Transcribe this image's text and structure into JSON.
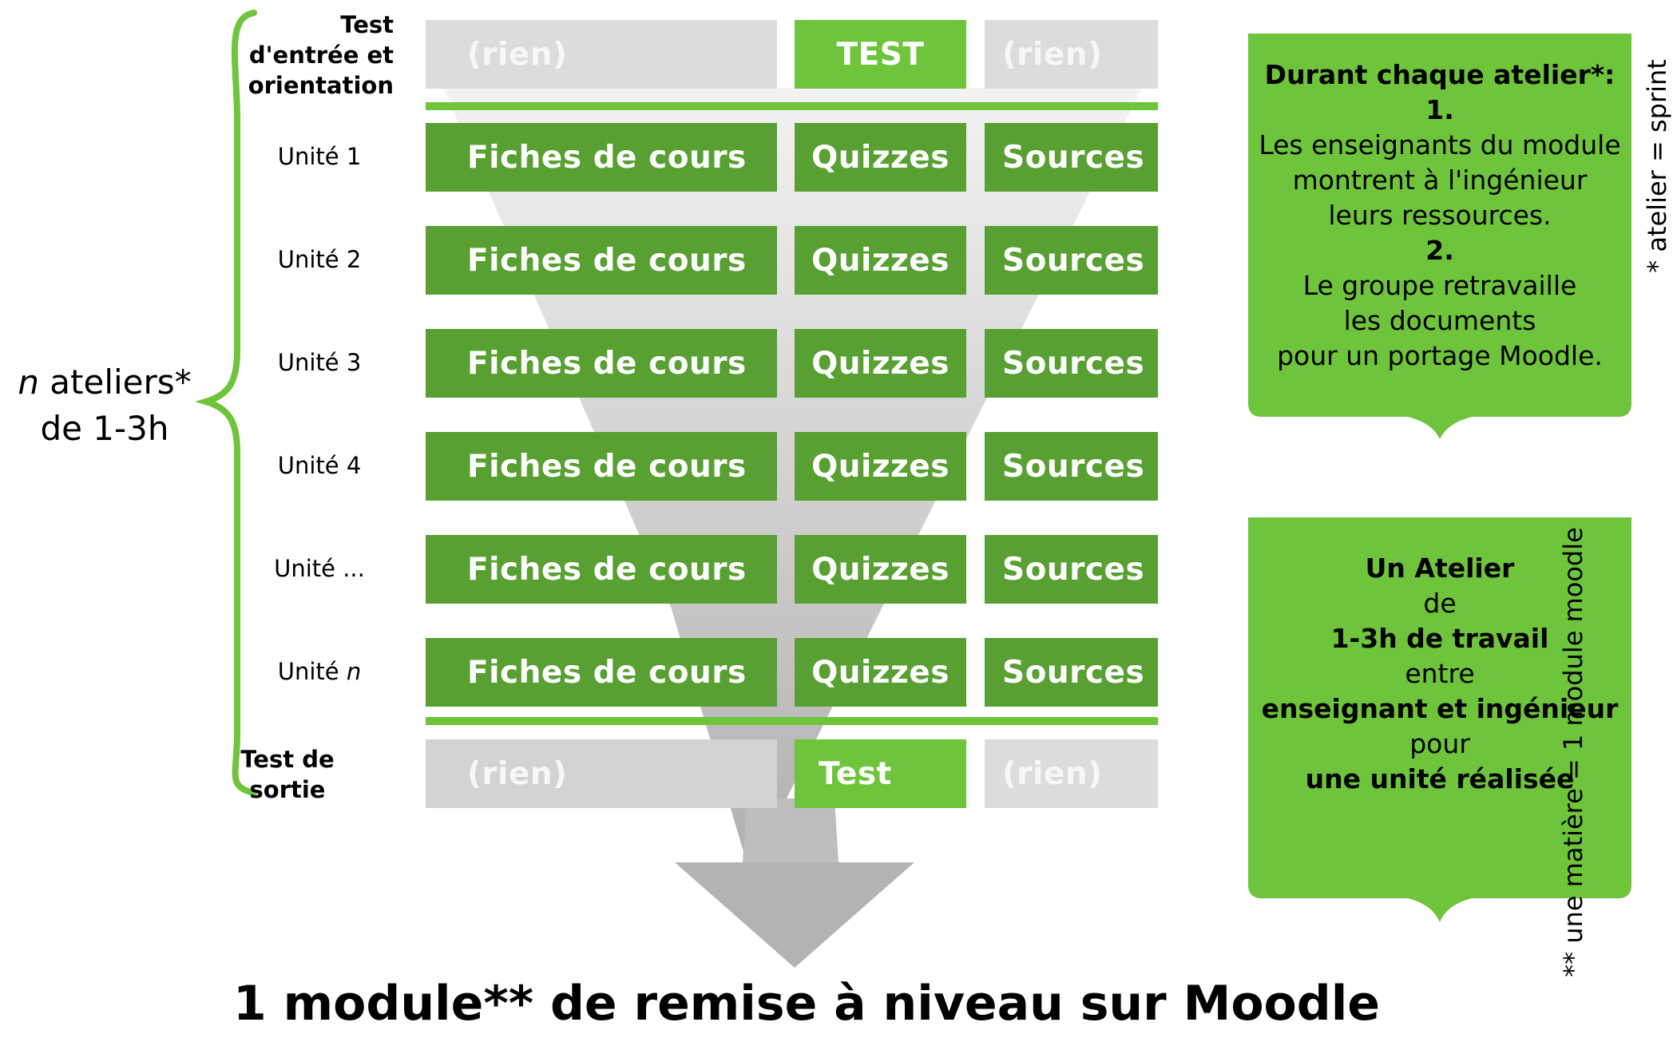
{
  "side": {
    "ateliers_italic": "n",
    "ateliers_rest": " ateliers*",
    "ateliers_line2": "de 1-3h"
  },
  "entry": {
    "label_lines": [
      "Test",
      "d'entrée et",
      "orientation"
    ],
    "left": "(rien)",
    "center": "TEST",
    "right": "(rien)"
  },
  "units": [
    {
      "label": "Unité 1",
      "label_italic": "",
      "course": "Fiches de cours",
      "quiz": "Quizzes",
      "sources": "Sources"
    },
    {
      "label": "Unité 2",
      "label_italic": "",
      "course": "Fiches de cours",
      "quiz": "Quizzes",
      "sources": "Sources"
    },
    {
      "label": "Unité 3",
      "label_italic": "",
      "course": "Fiches de cours",
      "quiz": "Quizzes",
      "sources": "Sources"
    },
    {
      "label": "Unité 4",
      "label_italic": "",
      "course": "Fiches de cours",
      "quiz": "Quizzes",
      "sources": "Sources"
    },
    {
      "label": "Unité ...",
      "label_italic": "",
      "course": "Fiches de cours",
      "quiz": "Quizzes",
      "sources": "Sources"
    },
    {
      "label": "Unité ",
      "label_italic": "n",
      "course": "Fiches de cours",
      "quiz": "Quizzes",
      "sources": "Sources"
    }
  ],
  "exit": {
    "label_lines": [
      "Test de",
      "sortie"
    ],
    "left": "(rien)",
    "center": "Test",
    "right": "(rien)"
  },
  "callout_top": {
    "title": "Durant chaque atelier*:",
    "step1_num": "1.",
    "step1_lines": [
      "Les enseignants du module",
      "montrent à l'ingénieur",
      "leurs ressources."
    ],
    "step2_num": "2.",
    "step2_lines": [
      "Le groupe retravaille",
      "les documents",
      "pour un portage Moodle."
    ]
  },
  "callout_bottom": {
    "line1": "Un Atelier",
    "line2": "de",
    "line3": "1-3h de travail",
    "line4": "entre",
    "line5": "enseignant et ingénieur",
    "line6": "pour",
    "line7": "une unité réalisée"
  },
  "notes": {
    "sprint": "* atelier = sprint",
    "module": "** une matière = 1 module moodle"
  },
  "footer": "1 module** de remise à niveau sur Moodle",
  "colors": {
    "dark_green": "#58a032",
    "bright_green": "#6ec43a",
    "gray_box": "#dcdcdc",
    "funnel_light": "#f0f0f0",
    "funnel_dark": "#b4b4b4"
  }
}
